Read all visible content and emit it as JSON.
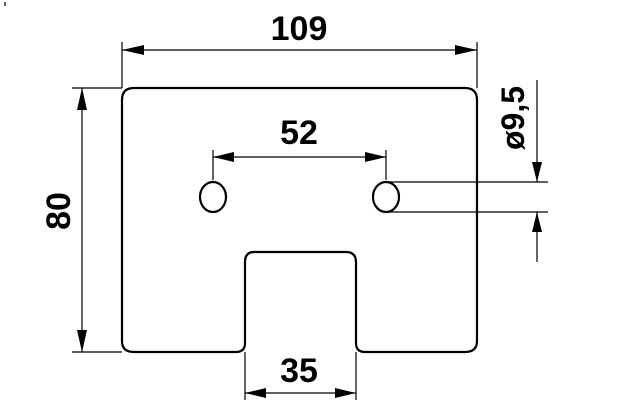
{
  "drawing": {
    "dimensions": {
      "width": "109",
      "height": "80",
      "hole_spacing": "52",
      "hole_diameter": "ø9,5",
      "slot_width": "35"
    }
  }
}
